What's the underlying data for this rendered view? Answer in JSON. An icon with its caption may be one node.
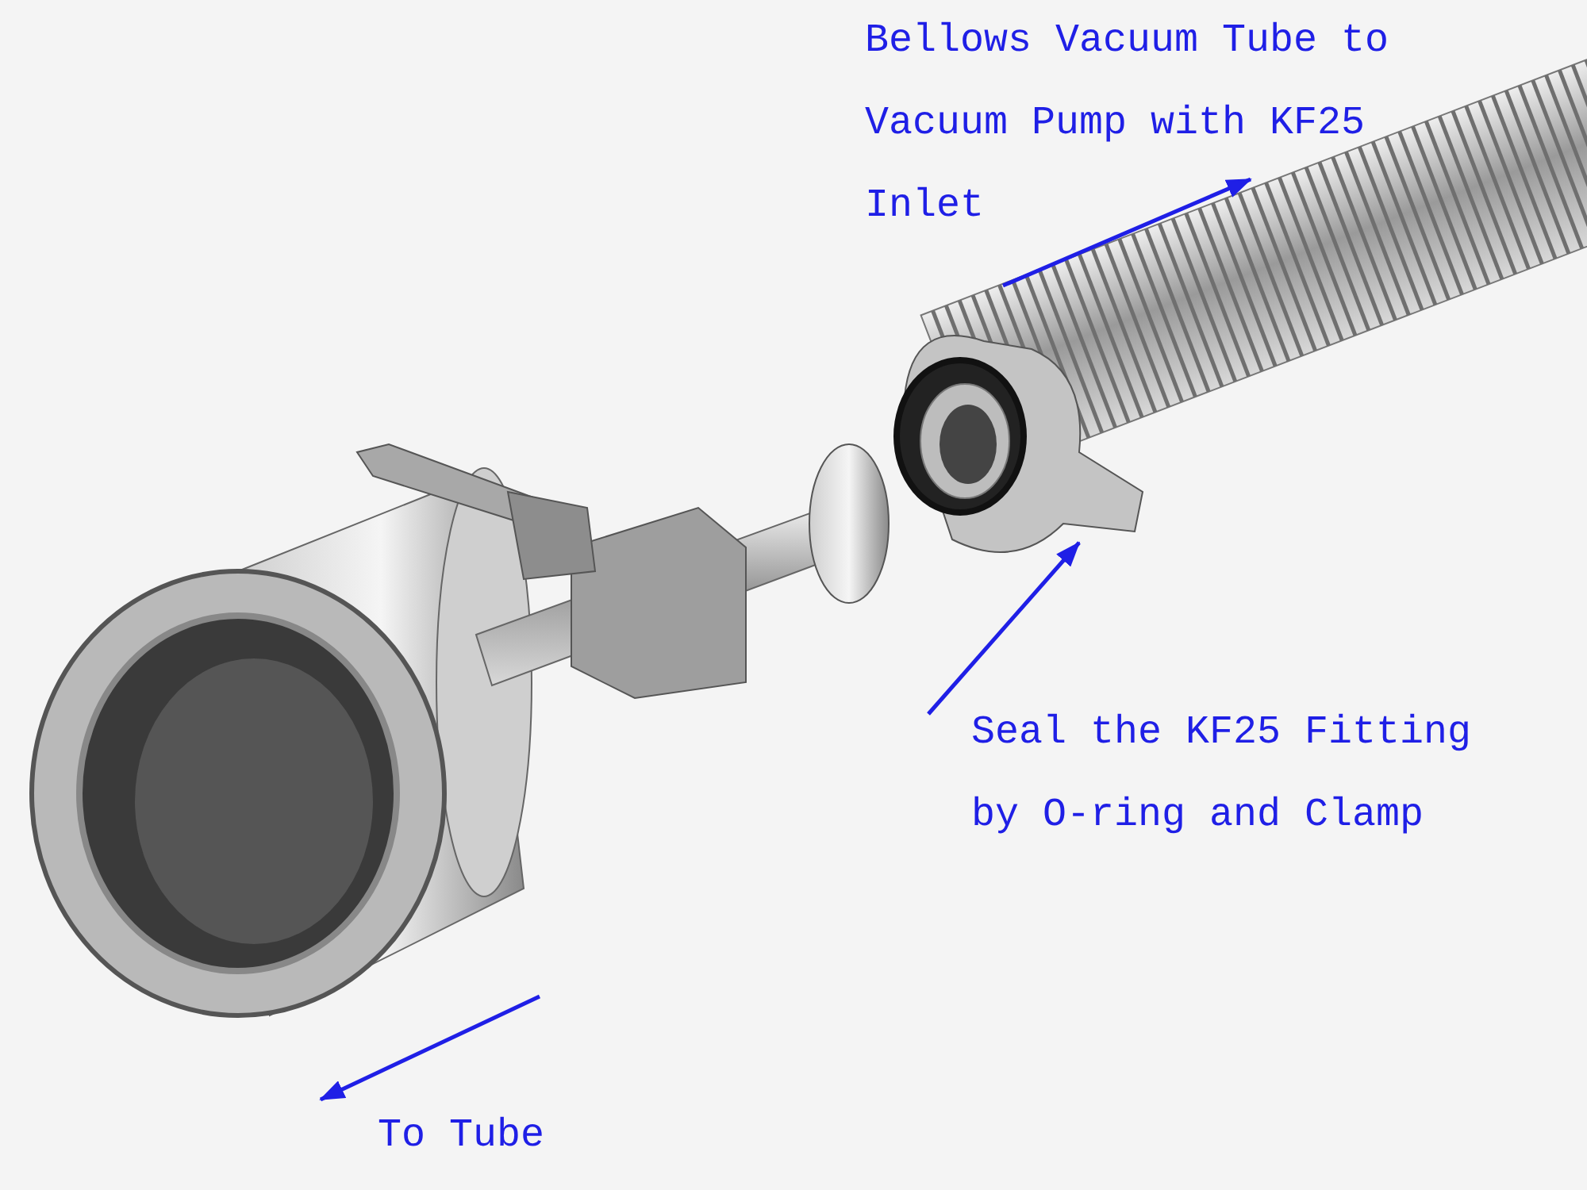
{
  "diagram": {
    "nodes": [
      {
        "text": [
          "Seal the KF25 Fitting by O-ring and Clamp"
        ]
      },
      {
        "text": [],
        "shape": "picture"
      }
    ],
    "edges": [
      {
        "from": 0,
        "to": 1,
        "arrow": "to"
      }
    ],
    "labels": [
      "Bellows Vacuum Tube to Vacuum Pump with KF25 Inlet",
      "To Tube"
    ]
  }
}
